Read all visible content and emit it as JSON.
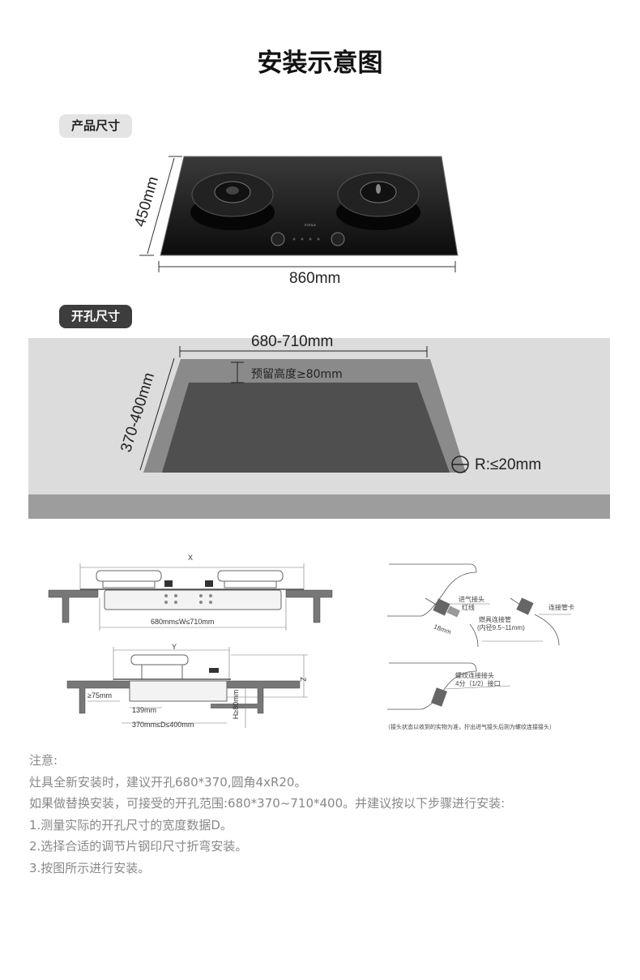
{
  "title": "安装示意图",
  "sections": {
    "product_size": "产品尺寸",
    "cutout_size": "开孔尺寸"
  },
  "product": {
    "brand": "FOTILE",
    "depth": "450mm",
    "width": "860mm"
  },
  "cutout": {
    "width": "680-710mm",
    "depth": "370-400mm",
    "reserved_height": "预留高度≥80mm",
    "radius": "R:≤20mm"
  },
  "diagram_front": {
    "x_label": "X",
    "w_range": "680mm≤W≤710mm"
  },
  "diagram_side": {
    "y_label": "Y",
    "z_label": "Z",
    "edge_gap": "≥75mm",
    "offset": "139mm",
    "d_range": "370mm≤D≤400mm",
    "h_min": "H≥80mm"
  },
  "diagram_connector": {
    "inlet": "进气接头",
    "red_line": "红线",
    "length": "18mm",
    "hose": "燃具连接管",
    "hose_spec": "(内径9.5~11mm)",
    "clamp": "连接管卡",
    "thread": "螺纹连接接头",
    "thread_spec": "4分（1/2）接口",
    "footnote": "（接头状态以收到的实物为准，拧出进气接头后则为螺纹连接接头）"
  },
  "notes": {
    "heading": "注意:",
    "lines": [
      "灶具全新安装时，建议开孔680*370,圆角4xR20。",
      "如果做替换安装，可接受的开孔范围:680*370~710*400。并建议按以下步骤进行安装:",
      "1.测量实际的开孔尺寸的宽度数据D。",
      "2.选择合适的调节片钢印尺寸折弯安装。",
      "3.按图所示进行安装。"
    ]
  }
}
